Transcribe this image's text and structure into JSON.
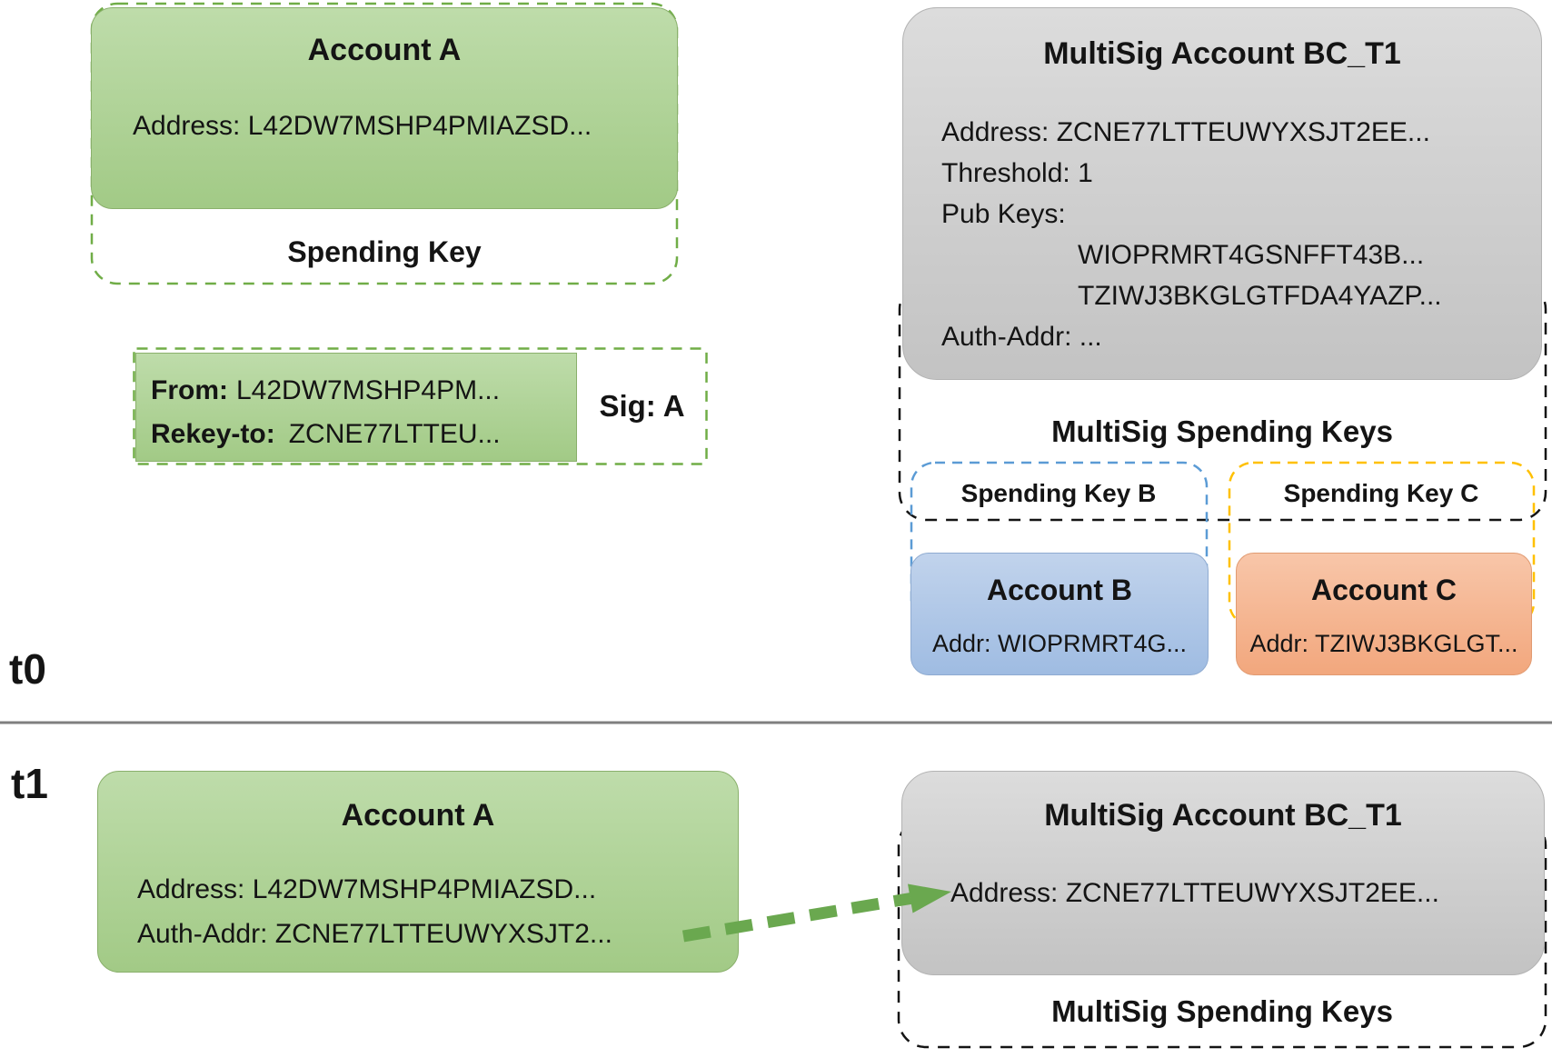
{
  "t0": {
    "label": "t0",
    "account_a": {
      "title": "Account A",
      "address": "Address: L42DW7MSHP4PMIAZSD...",
      "spending_key_label": "Spending Key"
    },
    "rekey_txn": {
      "from_label": "From:",
      "from_value": "L42DW7MSHP4PM...",
      "rekey_label": "Rekey-to:",
      "rekey_value": "ZCNE77LTTEU...",
      "sig": "Sig: A"
    },
    "multisig": {
      "title": "MultiSig Account BC_T1",
      "address": "Address: ZCNE77LTTEUWYXSJT2EE...",
      "threshold": "Threshold: 1",
      "pub_keys_label": "Pub Keys:",
      "pub_key_1": "WIOPRMRT4GSNFFT43B...",
      "pub_key_2": "TZIWJ3BKGLGTFDA4YAZP...",
      "auth_addr": "Auth-Addr: ...",
      "spending_keys_label": "MultiSig Spending Keys",
      "spending_key_b_label": "Spending Key B",
      "spending_key_c_label": "Spending Key C"
    },
    "account_b": {
      "title": "Account B",
      "addr": "Addr: WIOPRMRT4G..."
    },
    "account_c": {
      "title": "Account C",
      "addr": "Addr: TZIWJ3BKGLGT..."
    }
  },
  "t1": {
    "label": "t1",
    "account_a": {
      "title": "Account A",
      "address": "Address: L42DW7MSHP4PMIAZSD...",
      "auth_addr": "Auth-Addr: ZCNE77LTTEUWYXSJT2..."
    },
    "multisig": {
      "title": "MultiSig Account BC_T1",
      "address": "Address: ZCNE77LTTEUWYXSJT2EE...",
      "spending_keys_label": "MultiSig Spending Keys"
    }
  },
  "colors": {
    "account_green_fill": "#a9ce8e",
    "green_dash": "#70ad47",
    "multisig_gray_fill": "#c9c9c9",
    "account_blue_fill": "#a9c4e5",
    "blue_dash": "#5b9bd5",
    "account_orange_fill": "#f5b18c",
    "yellow_dash": "#ffc000",
    "black_dash": "#141414",
    "arrow_green": "#6aa84f",
    "divider_gray": "#7f7f7f"
  }
}
